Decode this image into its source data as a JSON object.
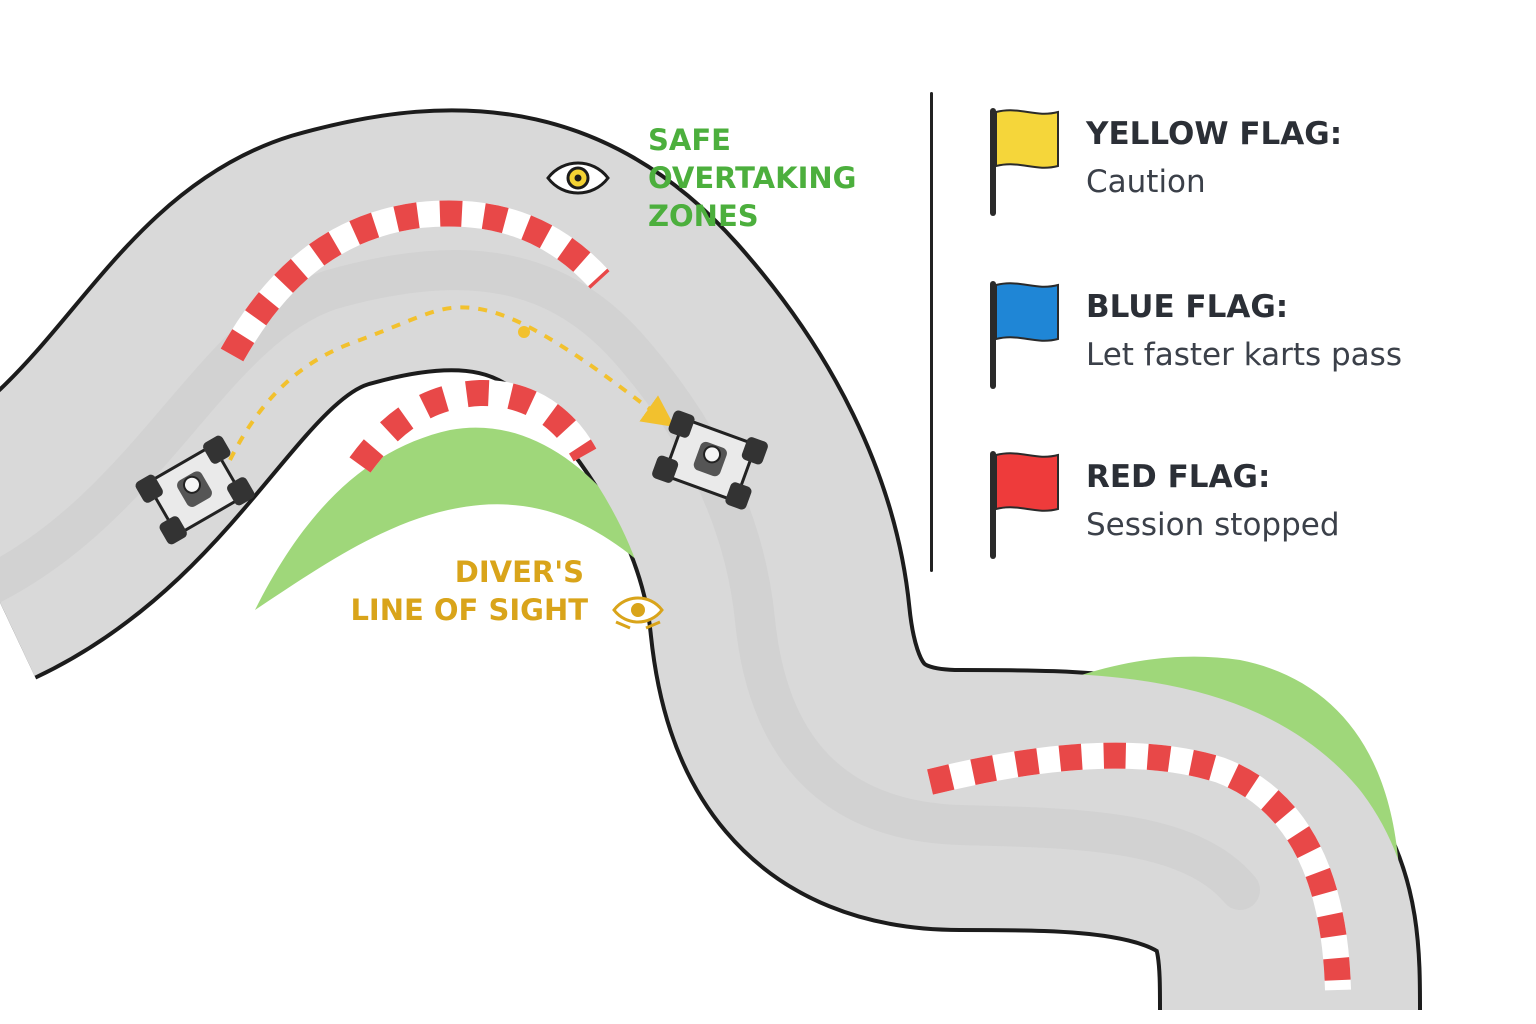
{
  "labels": {
    "safe_overtaking": [
      "SAFE",
      "OVERTAKING",
      "ZONES"
    ],
    "line_of_sight": [
      "DIVER'S",
      "LINE OF SIGHT"
    ]
  },
  "icons": {
    "green_eye": "eye-icon",
    "gold_eye": "eye-icon"
  },
  "flags": [
    {
      "title": "YELLOW FLAG:",
      "description": "Caution",
      "color": "#f5d63a"
    },
    {
      "title": "BLUE FLAG:",
      "description": "Let faster karts pass",
      "color": "#1f86d6"
    },
    {
      "title": "RED FLAG:",
      "description": "Session stopped",
      "color": "#ee3b3b"
    }
  ],
  "colors": {
    "track": "#d9d9d9",
    "grass": "#9fd77a",
    "kerb_red": "#e84848",
    "racing_line": "#f2c12e",
    "outline": "#1c1c1c"
  }
}
